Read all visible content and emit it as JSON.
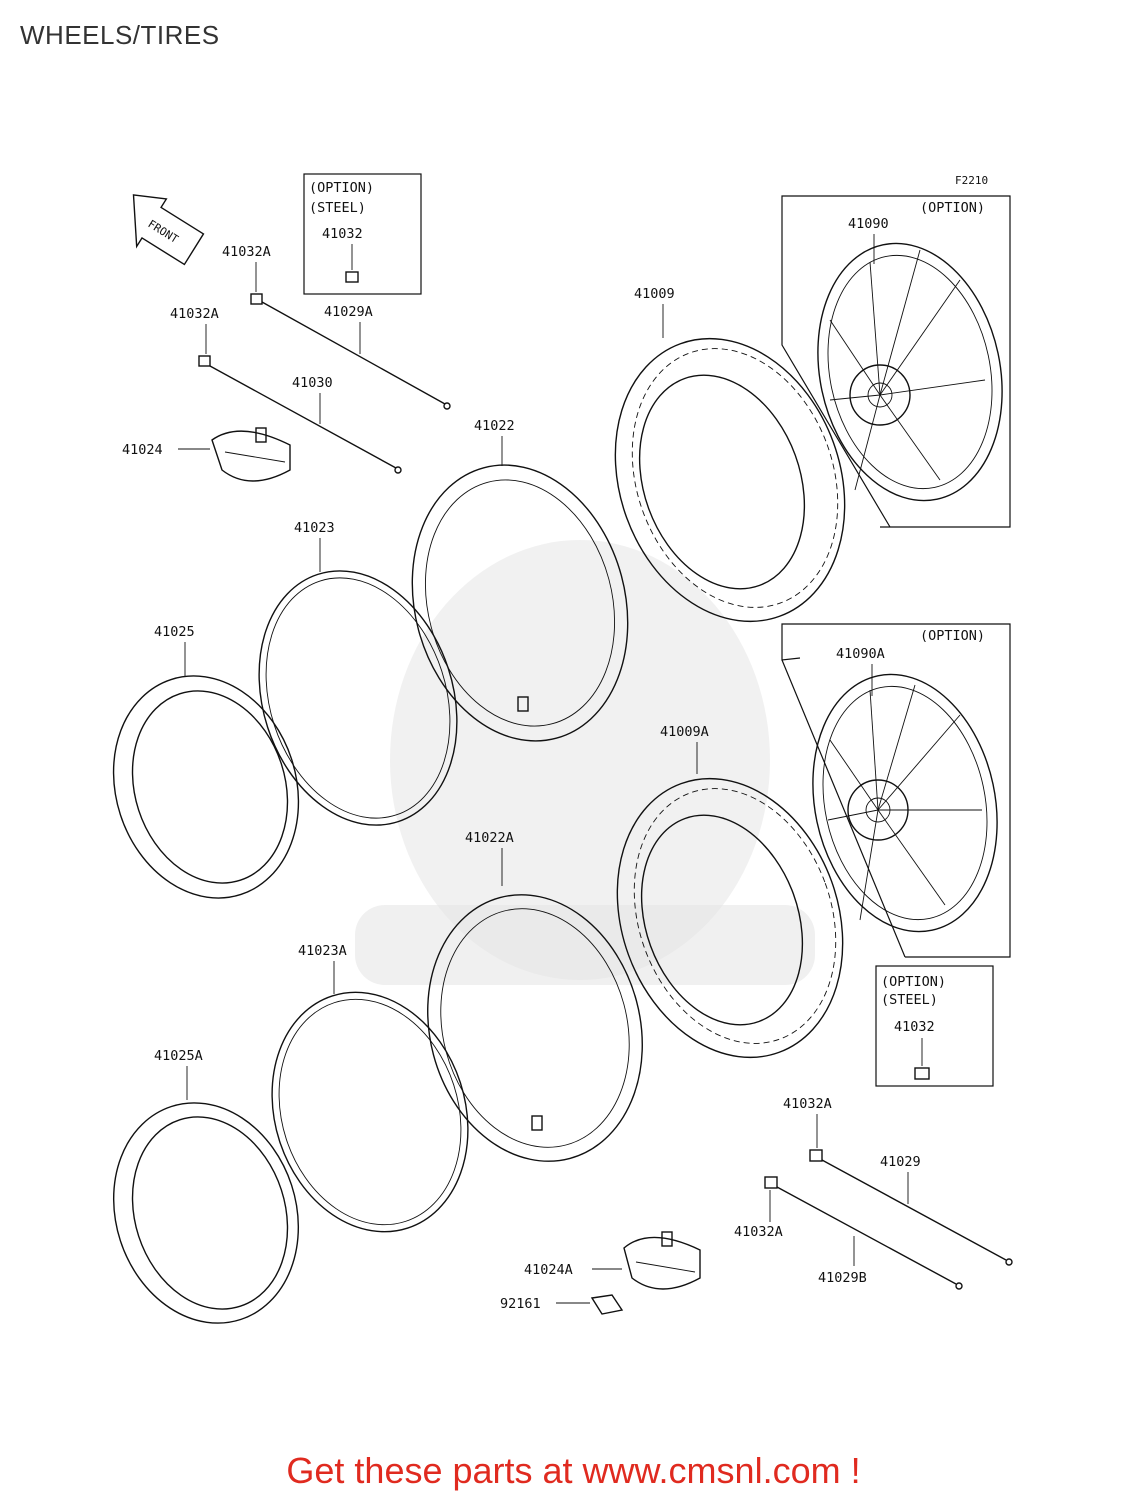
{
  "title": "WHEELS/TIRES",
  "figure_code": "F2210",
  "front_label": "FRONT",
  "boxes": {
    "option_steel_top": {
      "line1": "(OPTION)",
      "line2": "(STEEL)",
      "part": "41032"
    },
    "option_41090": {
      "label": "(OPTION)"
    },
    "option_41090A": {
      "label": "(OPTION)"
    },
    "option_steel_bottom": {
      "line1": "(OPTION)",
      "line2": "(STEEL)",
      "part": "41032"
    }
  },
  "parts": {
    "p41032A_1": "41032A",
    "p41032A_2": "41032A",
    "p41032A_3": "41032A",
    "p41032A_4": "41032A",
    "p41029A": "41029A",
    "p41030": "41030",
    "p41024": "41024",
    "p41022": "41022",
    "p41009": "41009",
    "p41090": "41090",
    "p41023": "41023",
    "p41025": "41025",
    "p41090A": "41090A",
    "p41009A": "41009A",
    "p41022A": "41022A",
    "p41023A": "41023A",
    "p41025A": "41025A",
    "p41029": "41029",
    "p41029B": "41029B",
    "p41024A": "41024A",
    "p92161": "92161"
  },
  "footer": "Get these parts at www.cmsnl.com !",
  "colors": {
    "footer": "#e02a1f",
    "line": "#111111",
    "watermark": "#e6e6e6"
  }
}
